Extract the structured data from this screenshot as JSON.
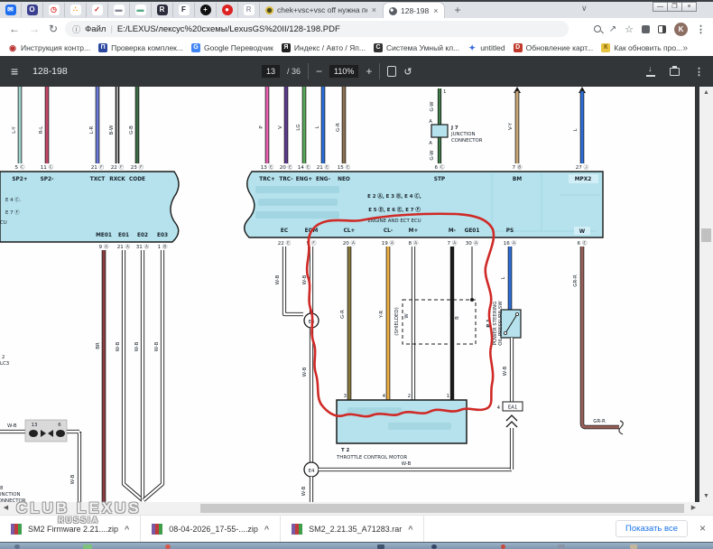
{
  "window": {
    "pinned_tabs": [
      {
        "icon": "mail-icon",
        "glyph": "✉",
        "color": "#1e6ef0"
      },
      {
        "icon": "opera-icon",
        "glyph": "O",
        "color": "#3b3f8f"
      },
      {
        "icon": "clock-icon",
        "glyph": "◷",
        "color": "#d33333"
      },
      {
        "icon": "dots-icon",
        "glyph": "∴",
        "color": "#ff8800"
      },
      {
        "icon": "checkmark-icon",
        "glyph": "✓",
        "color": "#cc2222"
      },
      {
        "icon": "car-gray-icon",
        "glyph": "▬",
        "color": "#888899"
      },
      {
        "icon": "car-teal-icon",
        "glyph": "▬",
        "color": "#55aa88"
      },
      {
        "icon": "r-dark-icon",
        "glyph": "R",
        "color": "#2b2b3b"
      },
      {
        "icon": "f-icon",
        "glyph": "F",
        "color": "#222233"
      },
      {
        "icon": "plus-circle-icon",
        "glyph": "+",
        "color": "#111111"
      },
      {
        "icon": "red-circle-icon",
        "glyph": "●",
        "color": "#dd2222"
      },
      {
        "icon": "r-outline-icon",
        "glyph": "R",
        "color": "#9999aa"
      }
    ],
    "tab1": {
      "title": "chek+vsc+vsc off нужна помощ",
      "close": "×"
    },
    "tab2": {
      "title": "128-198",
      "close": "×"
    },
    "new_tab": "+",
    "tab_chevron": "∨",
    "controls": {
      "minimize": "—",
      "restore": "❒",
      "close": "×"
    }
  },
  "address": {
    "back": "←",
    "forward": "→",
    "reload": "↻",
    "info": "ⓘ",
    "file_label": "Файл",
    "url": "E:/LEXUS/лексус%20схемы/LexusGS%20II/128-198.PDF",
    "avatar": "K",
    "menu": "⋮"
  },
  "bookmarks": {
    "items": [
      {
        "label": "Инструкция контр...",
        "glyph": "◉"
      },
      {
        "label": "Проверка комплек...",
        "glyph": "П"
      },
      {
        "label": "Google Переводчик",
        "glyph": "G"
      },
      {
        "label": "Индекс / Авто / Яп...",
        "glyph": "Я"
      },
      {
        "label": "Система Умный кл...",
        "glyph": "С"
      },
      {
        "label": "untitled",
        "glyph": "✦"
      },
      {
        "label": "Обновление карт...",
        "glyph": "D"
      },
      {
        "label": "Как обновить про...",
        "glyph": "К"
      }
    ],
    "overflow": "»"
  },
  "pdf_toolbar": {
    "menu": "≡",
    "title": "128-198",
    "page": "13",
    "page_total": "/ 36",
    "zoom_out": "−",
    "zoom_level": "110%",
    "zoom_in": "+",
    "rotate": "↺",
    "more": "⋮"
  },
  "diagram": {
    "colors": {
      "block": "#b5e2ec",
      "hilite": "#d2eff7",
      "outline": "#1a1a1a",
      "red": "#cf2a27",
      "ly": "#9ed3cd",
      "rl": "#c2486a",
      "lr": "#6b79d8",
      "gb": "#3a6b45",
      "p": "#e45fae",
      "v": "#5c3a8e",
      "lg": "#58a85a",
      "l": "#2b6fdd",
      "gr_neo": "#8a7050",
      "gw": "#3f7d49",
      "vy": "#c9a878",
      "br": "#8a3d42",
      "gr_cl": "#8a7a3e",
      "yr": "#f0b042",
      "grr": "#9a5f58",
      "white": "#ffffff",
      "ghost": "#79b8cc"
    },
    "pins": {
      "sp2p": "5 Ⓒ",
      "sp2m": "11 Ⓒ",
      "txct": "21 Ⓕ",
      "rxck": "22 Ⓕ",
      "code": "23 Ⓕ",
      "trcp": "13 Ⓔ",
      "trcm": "20 Ⓔ",
      "engp": "14 Ⓔ",
      "engm": "21 Ⓔ",
      "neo": "15 Ⓔ",
      "stp": "6 Ⓒ",
      "bm": "7 Ⓑ",
      "mpx2": "27 Ⓙ",
      "me01": "9 Ⓐ",
      "e01": "21 Ⓐ",
      "e02": "31 Ⓐ",
      "e03": "1 Ⓑ",
      "ec": "22 Ⓔ",
      "eom": "9 Ⓕ",
      "clp": "20 Ⓐ",
      "clm": "19 Ⓐ",
      "mp": "8 Ⓐ",
      "mm": "7 Ⓐ",
      "ge01": "30 Ⓐ",
      "ps": "16 Ⓐ",
      "w": "6 Ⓔ",
      "t3": "3",
      "t4": "4",
      "t2": "2",
      "t1": "1",
      "jc13": "13",
      "jc6": "6",
      "ea1n": "4",
      "j7top": "1"
    },
    "names": {
      "sp2p": "SP2+",
      "sp2m": "SP2-",
      "txct": "TXCT",
      "rxck": "RXCK",
      "code": "CODE",
      "trcp": "TRC+",
      "trcm": "TRC-",
      "engp": "ENG+",
      "engm": "ENG-",
      "neo": "NEO",
      "stp": "STP",
      "bm": "BM",
      "mpx2": "MPX2",
      "me01": "ME01",
      "e01": "E01",
      "e02": "E02",
      "e03": "E03",
      "ec": "EC",
      "eom": "EOM",
      "clp": "CL+",
      "clm": "CL-",
      "mp": "M+",
      "mm": "M-",
      "ge01": "GE01",
      "ps": "PS",
      "w": "W"
    },
    "wire_labels": {
      "ly": "L-Y",
      "rl": "R-L",
      "lr": "L-R",
      "bw": "B-W",
      "gb": "G-B",
      "p": "P",
      "v": "V",
      "lg": "LG",
      "l": "L",
      "gr": "G-R",
      "gw": "G-W",
      "vy": "V-Y",
      "wb": "W-B",
      "br": "BR",
      "yr": "Y-R",
      "w": "W",
      "b": "B",
      "grr": "GR-R",
      "shielded": "(SHIELDED)"
    },
    "texts": {
      "ecu_line1": "E 2 Ⓐ,  E 3 Ⓑ,  E 4 Ⓒ,",
      "ecu_line2": "E 5 Ⓓ,  E 6 Ⓔ,  E 7 Ⓕ",
      "ecu_name": "ENGINE AND ECT ECU",
      "left_l1": "E 4 Ⓒ.",
      "left_l2": "E 7 Ⓕ",
      "left_frag": "CU",
      "j7": "J 7",
      "junction": "JUNCTION",
      "connector": "CONNECTOR",
      "a": "A",
      "e4": "E4",
      "t2": "T 2",
      "t2_name": "THROTTLE CONTROL MOTOR",
      "p1": "P 1",
      "p1_l1": "POWER STEERING",
      "p1_l2": "OIL PRESSURE SW",
      "ea1": "EA1",
      "frag_2": "2",
      "frag_lc3": "LC3",
      "frag_8": "8"
    }
  },
  "downloads": {
    "items": [
      {
        "name": "SM2 Firmware 2.21....zip"
      },
      {
        "name": "08-04-2026_17-55-....zip"
      },
      {
        "name": "SM2_2.21.35_A71283.rar"
      }
    ],
    "caret": "^",
    "show_all": "Показать все",
    "close": "×"
  },
  "watermark": {
    "line1": "CLUB LEXUS",
    "line2": "RUSSIA"
  }
}
